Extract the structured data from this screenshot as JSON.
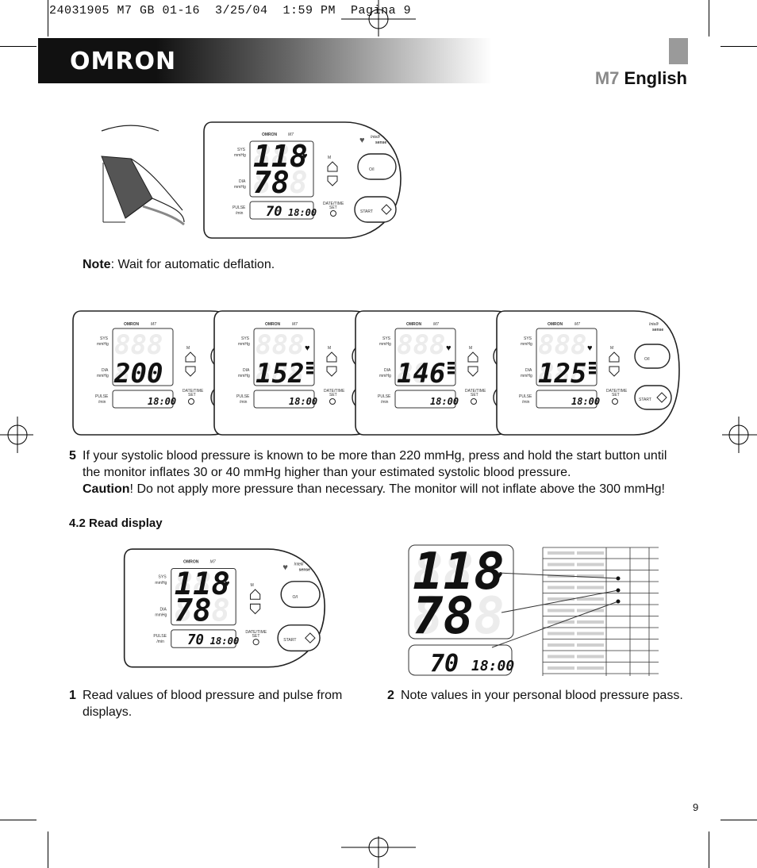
{
  "print_header": "24031905 M7 GB 01-16  3/25/04  1:59 PM  Pagina 9",
  "brand": {
    "logo": "OMRON"
  },
  "page_title": {
    "model": "M7",
    "language": "English"
  },
  "device_labels": {
    "brand": "OMRON",
    "model": "M7",
    "intelli": "Intelli",
    "sense": "sense",
    "sys": "SYS",
    "dia": "DIA",
    "mmhg": "mmHg",
    "pulse": "PULSE",
    "per_min": "/min",
    "memory": "M",
    "date_time_1": "DATE/TIME",
    "date_time_2": "SET",
    "power": "O/I",
    "start": "START"
  },
  "devices": {
    "top": {
      "sys": "118",
      "dia": "78",
      "pulse": "70",
      "time": "18:00"
    },
    "inflation": [
      {
        "dia": "200",
        "time": "18:00"
      },
      {
        "dia": "152",
        "time": "18:00"
      },
      {
        "dia": "146",
        "time": "18:00"
      },
      {
        "dia": "125",
        "time": "18:00"
      }
    ],
    "read": {
      "sys": "118",
      "dia": "78",
      "pulse": "70",
      "time": "18:00"
    },
    "zoom": {
      "sys": "118",
      "dia": "78",
      "pulse": "70",
      "time": "18:00"
    }
  },
  "note": {
    "label": "Note",
    "text": ": Wait for automatic deflation."
  },
  "step5": {
    "number": "5",
    "line1": "If your systolic blood pressure is known to be more than 220 mmHg, press and hold the start button until",
    "line2": "the monitor inflates 30 or 40 mmHg higher than your estimated systolic blood pressure.",
    "caution_label": "Caution",
    "caution_text": "! Do not apply more pressure than necessary. The monitor will not inflate above the 300 mmHg!"
  },
  "section": {
    "title": "4.2 Read display"
  },
  "step1": {
    "number": "1",
    "line1": "Read values of blood pressure and pulse from",
    "line2": "displays."
  },
  "step2": {
    "number": "2",
    "text": "Note values in your personal blood pressure pass."
  },
  "page_number": "9"
}
